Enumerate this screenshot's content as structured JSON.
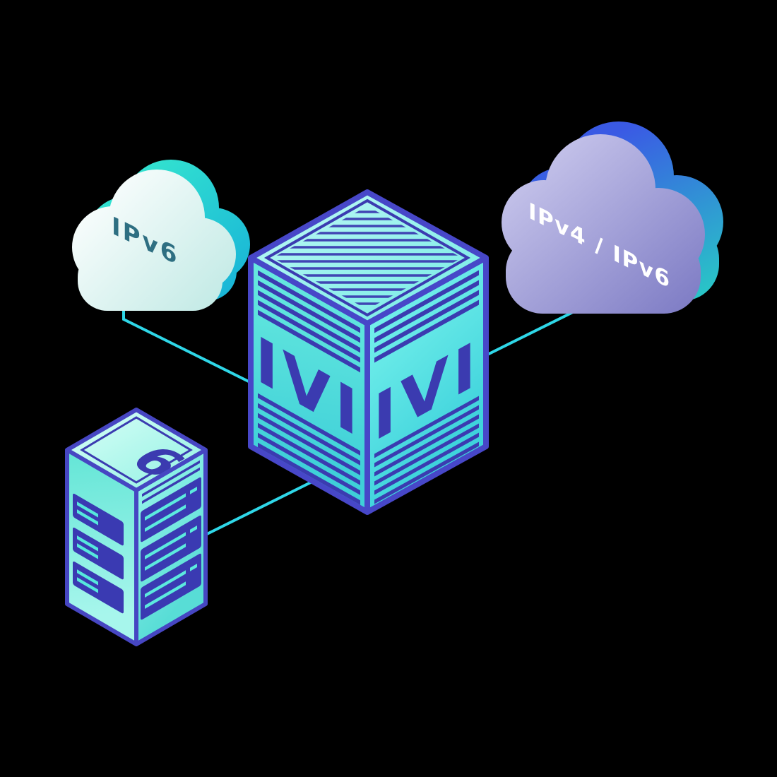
{
  "scene": {
    "background": "#000000",
    "clouds": {
      "left": {
        "label": "IPv6",
        "label_color": "#2e6f82"
      },
      "right": {
        "label": "IPv4 / IPv6",
        "label_color": "#ffffff"
      }
    },
    "translator_box": {
      "left_face_label": "IVI",
      "right_face_label": "IVI",
      "label_color": "#3b3bb0"
    },
    "server": {
      "label": "6",
      "label_color": "#3b3bb0"
    },
    "colors": {
      "connection_line": "#2fd7e8",
      "edge": "#4747c8",
      "stripe": "#3b3bb0",
      "cube_face": "#55e2de",
      "server_face": "#7feede",
      "cloud_left_fill": "#d9f3ee",
      "cloud_left_accent": "#2bd4c6",
      "cloud_right_fill": "#8b89cc",
      "cloud_right_accent_blue": "#3a5ae4",
      "cloud_right_accent_teal": "#27d0c4"
    }
  }
}
